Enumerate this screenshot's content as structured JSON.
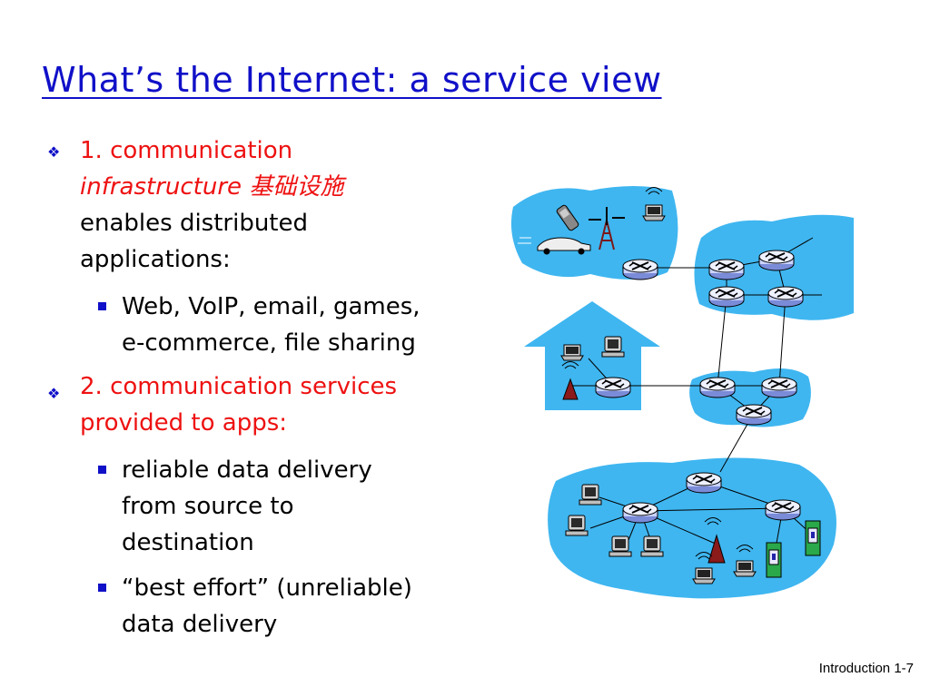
{
  "slide": {
    "title": "What’s the Internet: a service view",
    "footer": "Introduction 1-7"
  },
  "bullets": [
    {
      "marker": "❖",
      "line1": "1. communication",
      "line2_italic": "infrastructure",
      "line2_cjk": "基础设施",
      "line3": "enables distributed",
      "line4": "applications:",
      "sub": [
        {
          "lines": [
            "Web, VoIP, email, games,",
            "e-commerce, file sharing"
          ]
        }
      ]
    },
    {
      "marker": "❖",
      "line1": "2. communication services",
      "line2": "provided to apps:",
      "sub": [
        {
          "lines": [
            "reliable data delivery",
            "from source to",
            "destination"
          ]
        },
        {
          "lines": [
            "“best effort” (unreliable)",
            "data delivery"
          ]
        }
      ]
    }
  ],
  "colors": {
    "title": "#1010c8",
    "highlight": "#ee1111",
    "cloud": "#3fb6f0",
    "router": "#dfe6ff"
  }
}
